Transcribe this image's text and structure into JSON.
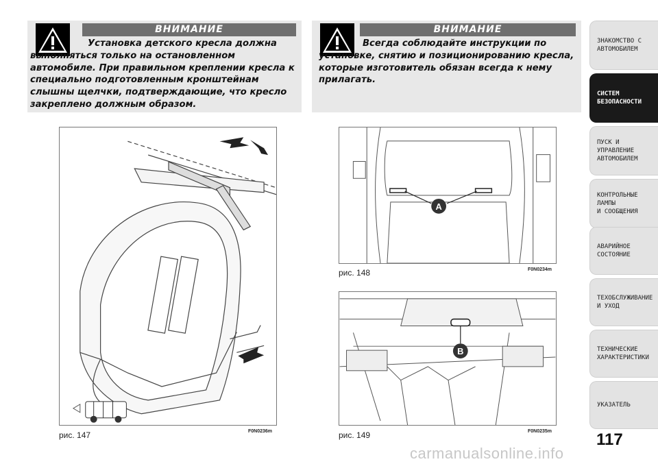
{
  "warnings": [
    {
      "title": "ВНИМАНИЕ",
      "text": "Установка детского кресла должна выполняться только на остановленном автомобиле. При правильном креплении кресла к специально подготовленным кронштейнам слышны щелчки, подтверждающие, что кресло закреплено должным образом."
    },
    {
      "title": "ВНИМАНИЕ",
      "text": "Всегда соблюдайте инструкции по установке, снятию и позиционированию кресла, которые изготовитель обязан всегда к нему прилагать."
    }
  ],
  "figures": [
    {
      "caption": "рис. 147",
      "code": "F0N0236m"
    },
    {
      "caption": "рис. 148",
      "code": "F0N0234m",
      "callout": "A"
    },
    {
      "caption": "рис. 149",
      "code": "F0N0235m",
      "callout": "B"
    }
  ],
  "tabs": [
    {
      "label": "ЗНАКОМСТВО С\nАВТОМОБИЛЕМ",
      "active": false
    },
    {
      "label": "СИСТЕМ\nБЕЗОПАСНОСТИ",
      "active": true
    },
    {
      "label": "ПУСК И УПРАВЛЕНИЕ\nАВТОМОБИЛЕМ",
      "active": false
    },
    {
      "label": "КОНТРОЛЬНЫЕ\nЛАМПЫ\nИ СООБЩЕНИЯ",
      "active": false
    },
    {
      "label": "АВАРИЙНОЕ\nСОСТОЯНИЕ",
      "active": false
    },
    {
      "label": "ТЕХОБСЛУЖИВАНИЕ\nИ УХОД",
      "active": false
    },
    {
      "label": "ТЕХНИЧЕСКИЕ\nХАРАКТЕРИСТИКИ",
      "active": false
    },
    {
      "label": "УКАЗАТЕЛЬ",
      "active": false
    }
  ],
  "page_number": "117",
  "watermark": "carmanualsonline.info",
  "colors": {
    "warning_bg": "#e8e8e8",
    "warning_header": "#6f6f6f",
    "active_tab": "#1a1a1a",
    "tab": "#e3e3e3"
  }
}
